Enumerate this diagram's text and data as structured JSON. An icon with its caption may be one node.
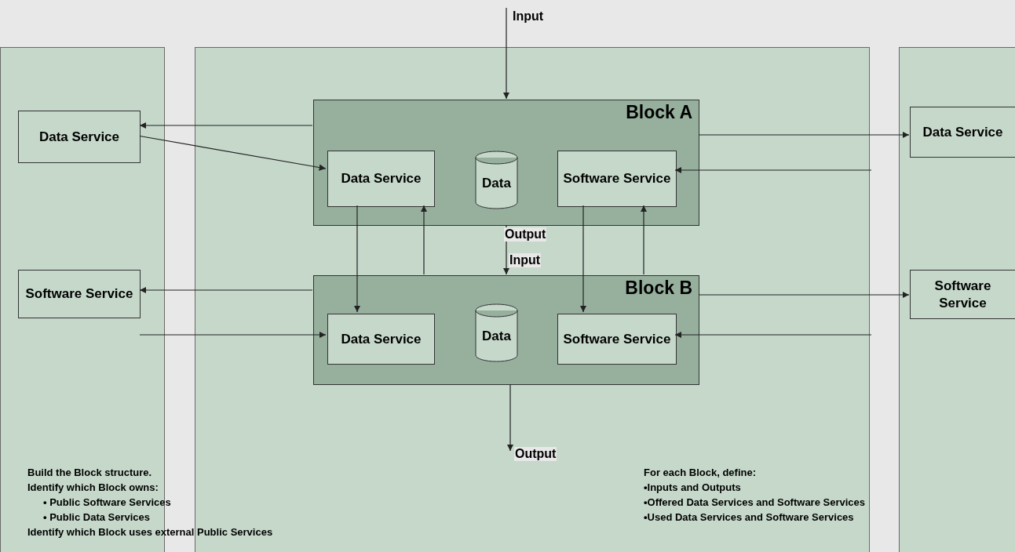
{
  "diagram": {
    "nodes": [
      {
        "text": [],
        "shape": "box"
      },
      {
        "text": [
          "Data Service"
        ],
        "in": 0
      },
      {
        "text": [
          "Software Service"
        ],
        "in": 0
      },
      {
        "text": [],
        "shape": "box"
      },
      {
        "text": [
          "Block A"
        ],
        "in": 3
      },
      {
        "text": [
          "Data Service"
        ],
        "in": 4
      },
      {
        "text": [
          "Data"
        ],
        "in": 4
      },
      {
        "text": [
          "Software Service"
        ],
        "in": 4
      },
      {
        "text": [
          "Block B"
        ],
        "in": 3,
        "beside": [
          "Input"
        ]
      },
      {
        "text": [
          "Data Service"
        ],
        "in": 8
      },
      {
        "text": [
          "Data"
        ],
        "in": 8
      },
      {
        "text": [
          "Software Service"
        ],
        "in": 8
      },
      {
        "text": [],
        "shape": "box"
      },
      {
        "text": [
          "Data Service"
        ],
        "in": 12
      },
      {
        "text": [
          "Software Service"
        ],
        "in": 12
      }
    ],
    "edges": [
      {
        "from": null,
        "to": 4,
        "arrow": "to",
        "label": "Input"
      },
      {
        "from": 4,
        "to": 1,
        "arrow": "to"
      },
      {
        "from": 1,
        "to": 5,
        "arrow": "to"
      },
      {
        "from": 4,
        "to": 13,
        "arrow": "to"
      },
      {
        "from": null,
        "to": 7,
        "arrow": "to"
      },
      {
        "from": 5,
        "to": 9,
        "arrow": "to"
      },
      {
        "from": 8,
        "to": 5,
        "arrow": "to"
      },
      {
        "from": 4,
        "to": 8,
        "arrow": "to",
        "label": "Output"
      },
      {
        "from": 7,
        "to": 11,
        "arrow": "to"
      },
      {
        "from": 8,
        "to": 7,
        "arrow": "to"
      },
      {
        "from": 8,
        "to": 2,
        "arrow": "to"
      },
      {
        "from": null,
        "to": 9,
        "arrow": "to"
      },
      {
        "from": 8,
        "to": 14,
        "arrow": "to"
      },
      {
        "from": null,
        "to": 11,
        "arrow": "to"
      },
      {
        "from": 8,
        "to": null,
        "arrow": "to",
        "label": "Output"
      }
    ],
    "labels": [
      "Build the Block structure.",
      "Identify which Block owns:",
      "• Public Software Services",
      "• Public Data Services",
      "Identify which Block uses external Public Services",
      "For each Block, define:",
      "•Inputs and Outputs",
      "•Offered Data Services and Software Services",
      "•Used Data Services and Software Services"
    ]
  }
}
